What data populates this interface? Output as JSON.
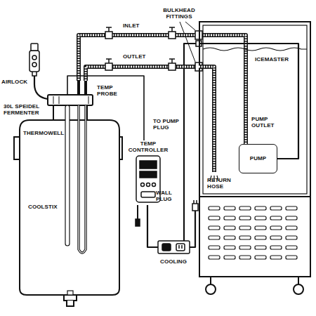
{
  "diagram": {
    "nodes": [
      {
        "text": [
          "30L SPEIDEL FERMENTER",
          "THERMOWELL",
          "COOLSTIX"
        ]
      },
      {
        "text": [
          "TEMP CONTROLLER"
        ]
      },
      {
        "text": [
          "ICEMASTER"
        ]
      },
      {
        "text": [
          "PUMP"
        ],
        "in": 2
      }
    ],
    "edges": [
      {
        "from": 3,
        "to": 0,
        "arrow": "none"
      },
      {
        "from": 0,
        "to": 2,
        "arrow": "none"
      },
      {
        "from": 1,
        "to": 0,
        "arrow": "none"
      }
    ],
    "labels": [
      "AIRLOCK",
      "INLET",
      "OUTLET",
      "BULKHEAD FITTINGS",
      "TEMP PROBE",
      "TO PUMP PLUG",
      "PUMP OUTLET",
      "RETURN HOSE",
      "WALL PLUG",
      "COOLING"
    ]
  }
}
